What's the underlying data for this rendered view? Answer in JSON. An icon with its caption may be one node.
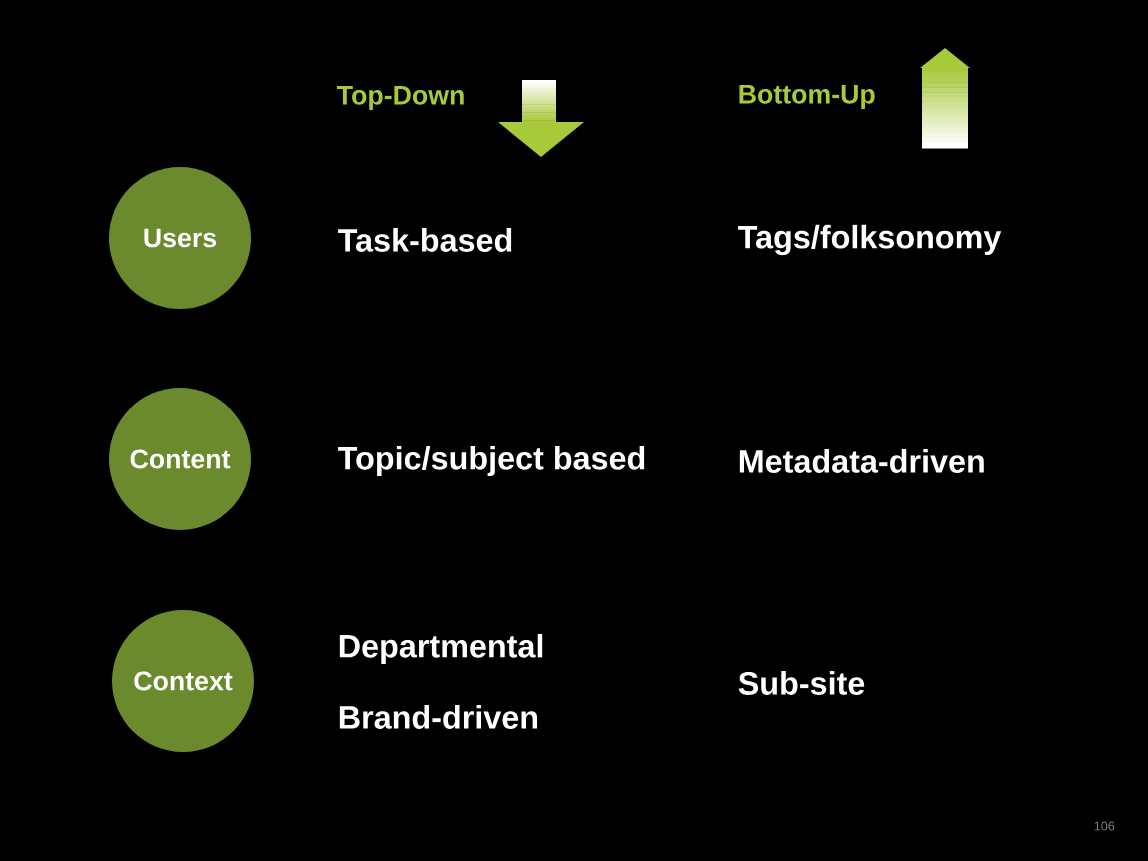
{
  "diagram": {
    "nodes": [
      {
        "text": [
          "Users"
        ]
      },
      {
        "text": [
          "Content"
        ]
      },
      {
        "text": [
          "Context"
        ]
      }
    ],
    "labels": [
      "Top-Down",
      "Bottom-Up",
      "Task-based",
      "Tags/folksonomy",
      "Topic/subject based",
      "Metadata-driven",
      "Departmental",
      "Brand-driven",
      "Sub-site",
      "106"
    ]
  }
}
